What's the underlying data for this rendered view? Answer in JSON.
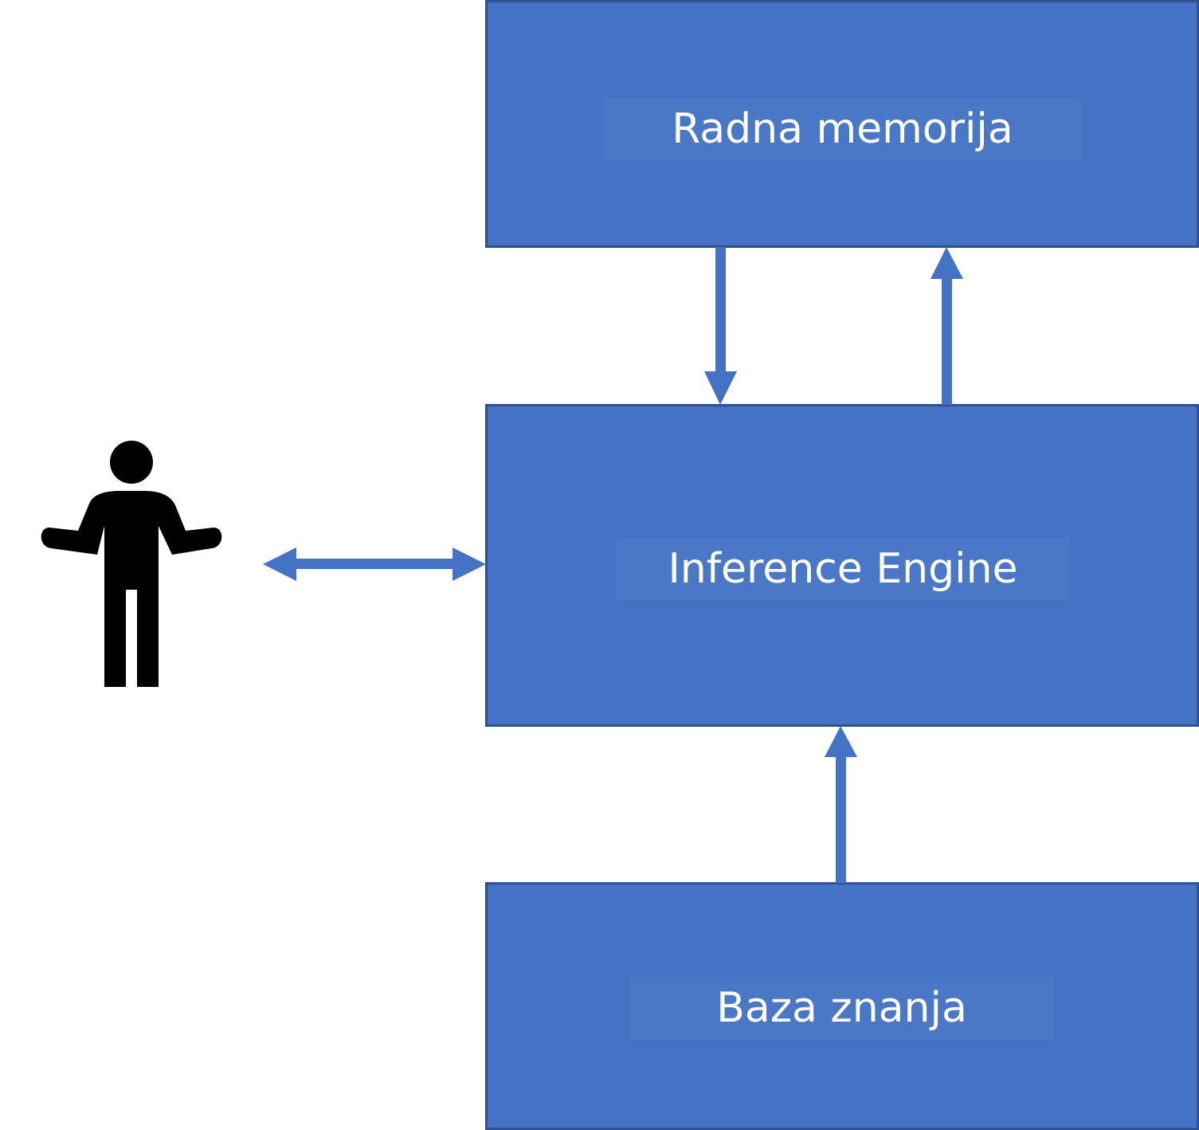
{
  "diagram": {
    "boxes": {
      "working_memory": {
        "label": "Radna memorija"
      },
      "inference_engine": {
        "label": "Inference Engine"
      },
      "knowledge_base": {
        "label": "Baza znanja"
      }
    },
    "actor": {
      "icon": "person-icon"
    },
    "colors": {
      "box_fill": "#4472c4",
      "box_border": "#2f528f",
      "arrow": "#4472c4",
      "text": "#ffffff",
      "actor": "#000000"
    }
  }
}
